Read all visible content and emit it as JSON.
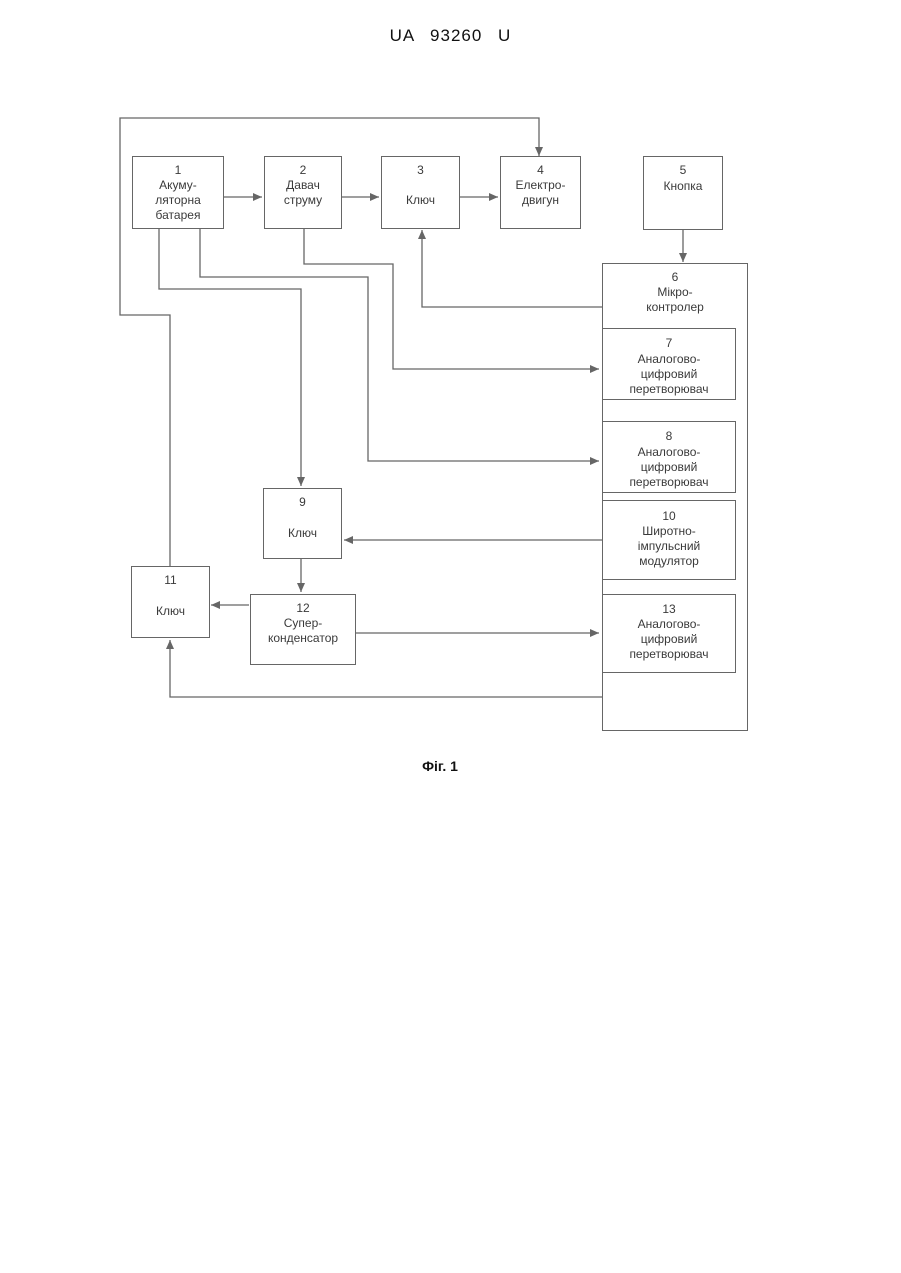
{
  "document": {
    "header": "UA 93260 U",
    "caption": "Фіг. 1"
  },
  "blocks": {
    "b1": {
      "num": "1",
      "text": "Акуму-\nляторна\nбатарея"
    },
    "b2": {
      "num": "2",
      "text": "Давач\nструму"
    },
    "b3": {
      "num": "3",
      "text": "Ключ"
    },
    "b4": {
      "num": "4",
      "text": "Електро-\nдвигун"
    },
    "b5": {
      "num": "5",
      "text": "Кнопка"
    },
    "b6": {
      "num": "6",
      "text": "Мікро-\nконтролер"
    },
    "b7": {
      "num": "7",
      "text": "Аналогово-\nцифровий\nперетворювач"
    },
    "b8": {
      "num": "8",
      "text": "Аналогово-\nцифровий\nперетворювач"
    },
    "b9": {
      "num": "9",
      "text": "Ключ"
    },
    "b10": {
      "num": "10",
      "text": "Широтно-\nімпульсний\nмодулятор"
    },
    "b11": {
      "num": "11",
      "text": "Ключ"
    },
    "b12": {
      "num": "12",
      "text": "Супер-\nконденсатор"
    },
    "b13": {
      "num": "13",
      "text": "Аналогово-\nцифровий\nперетворювач"
    }
  },
  "colors": {
    "line": "#666666",
    "text": "#3a3a3a"
  }
}
